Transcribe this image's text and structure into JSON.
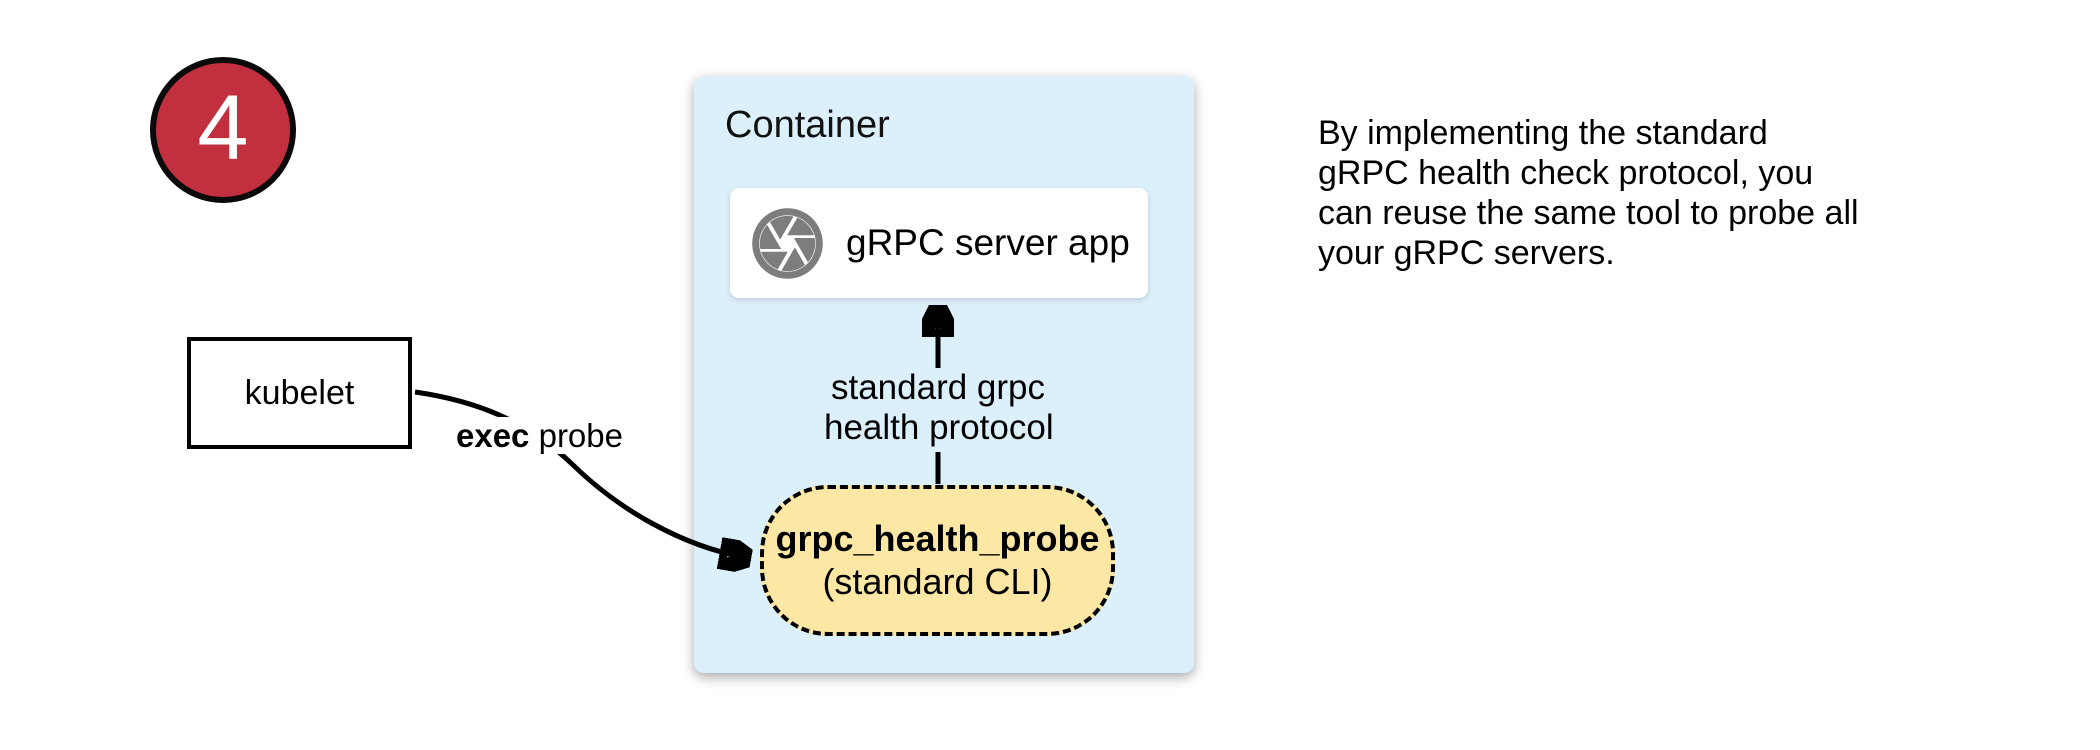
{
  "step_badge": {
    "number": "4"
  },
  "kubelet": {
    "label": "kubelet"
  },
  "exec_probe": {
    "bold": "exec",
    "rest": " probe"
  },
  "container": {
    "title": "Container",
    "server_app": {
      "label": "gRPC server app",
      "icon": "camera-shutter-icon"
    },
    "protocol_label": {
      "line1": "standard grpc",
      "line2": "health protocol"
    },
    "probe_box": {
      "title": "grpc_health_probe",
      "subtitle": "(standard CLI)"
    }
  },
  "note": {
    "lines": [
      "By implementing the standard",
      "gRPC health check protocol, you",
      "can reuse the same tool to probe all",
      "your gRPC servers."
    ]
  },
  "colors": {
    "badge_red": "#c2303f",
    "container_blue": "#dcf0fb",
    "probe_yellow": "#fce7a4",
    "icon_gray": "#7d7d7d",
    "line_black": "#000000"
  }
}
